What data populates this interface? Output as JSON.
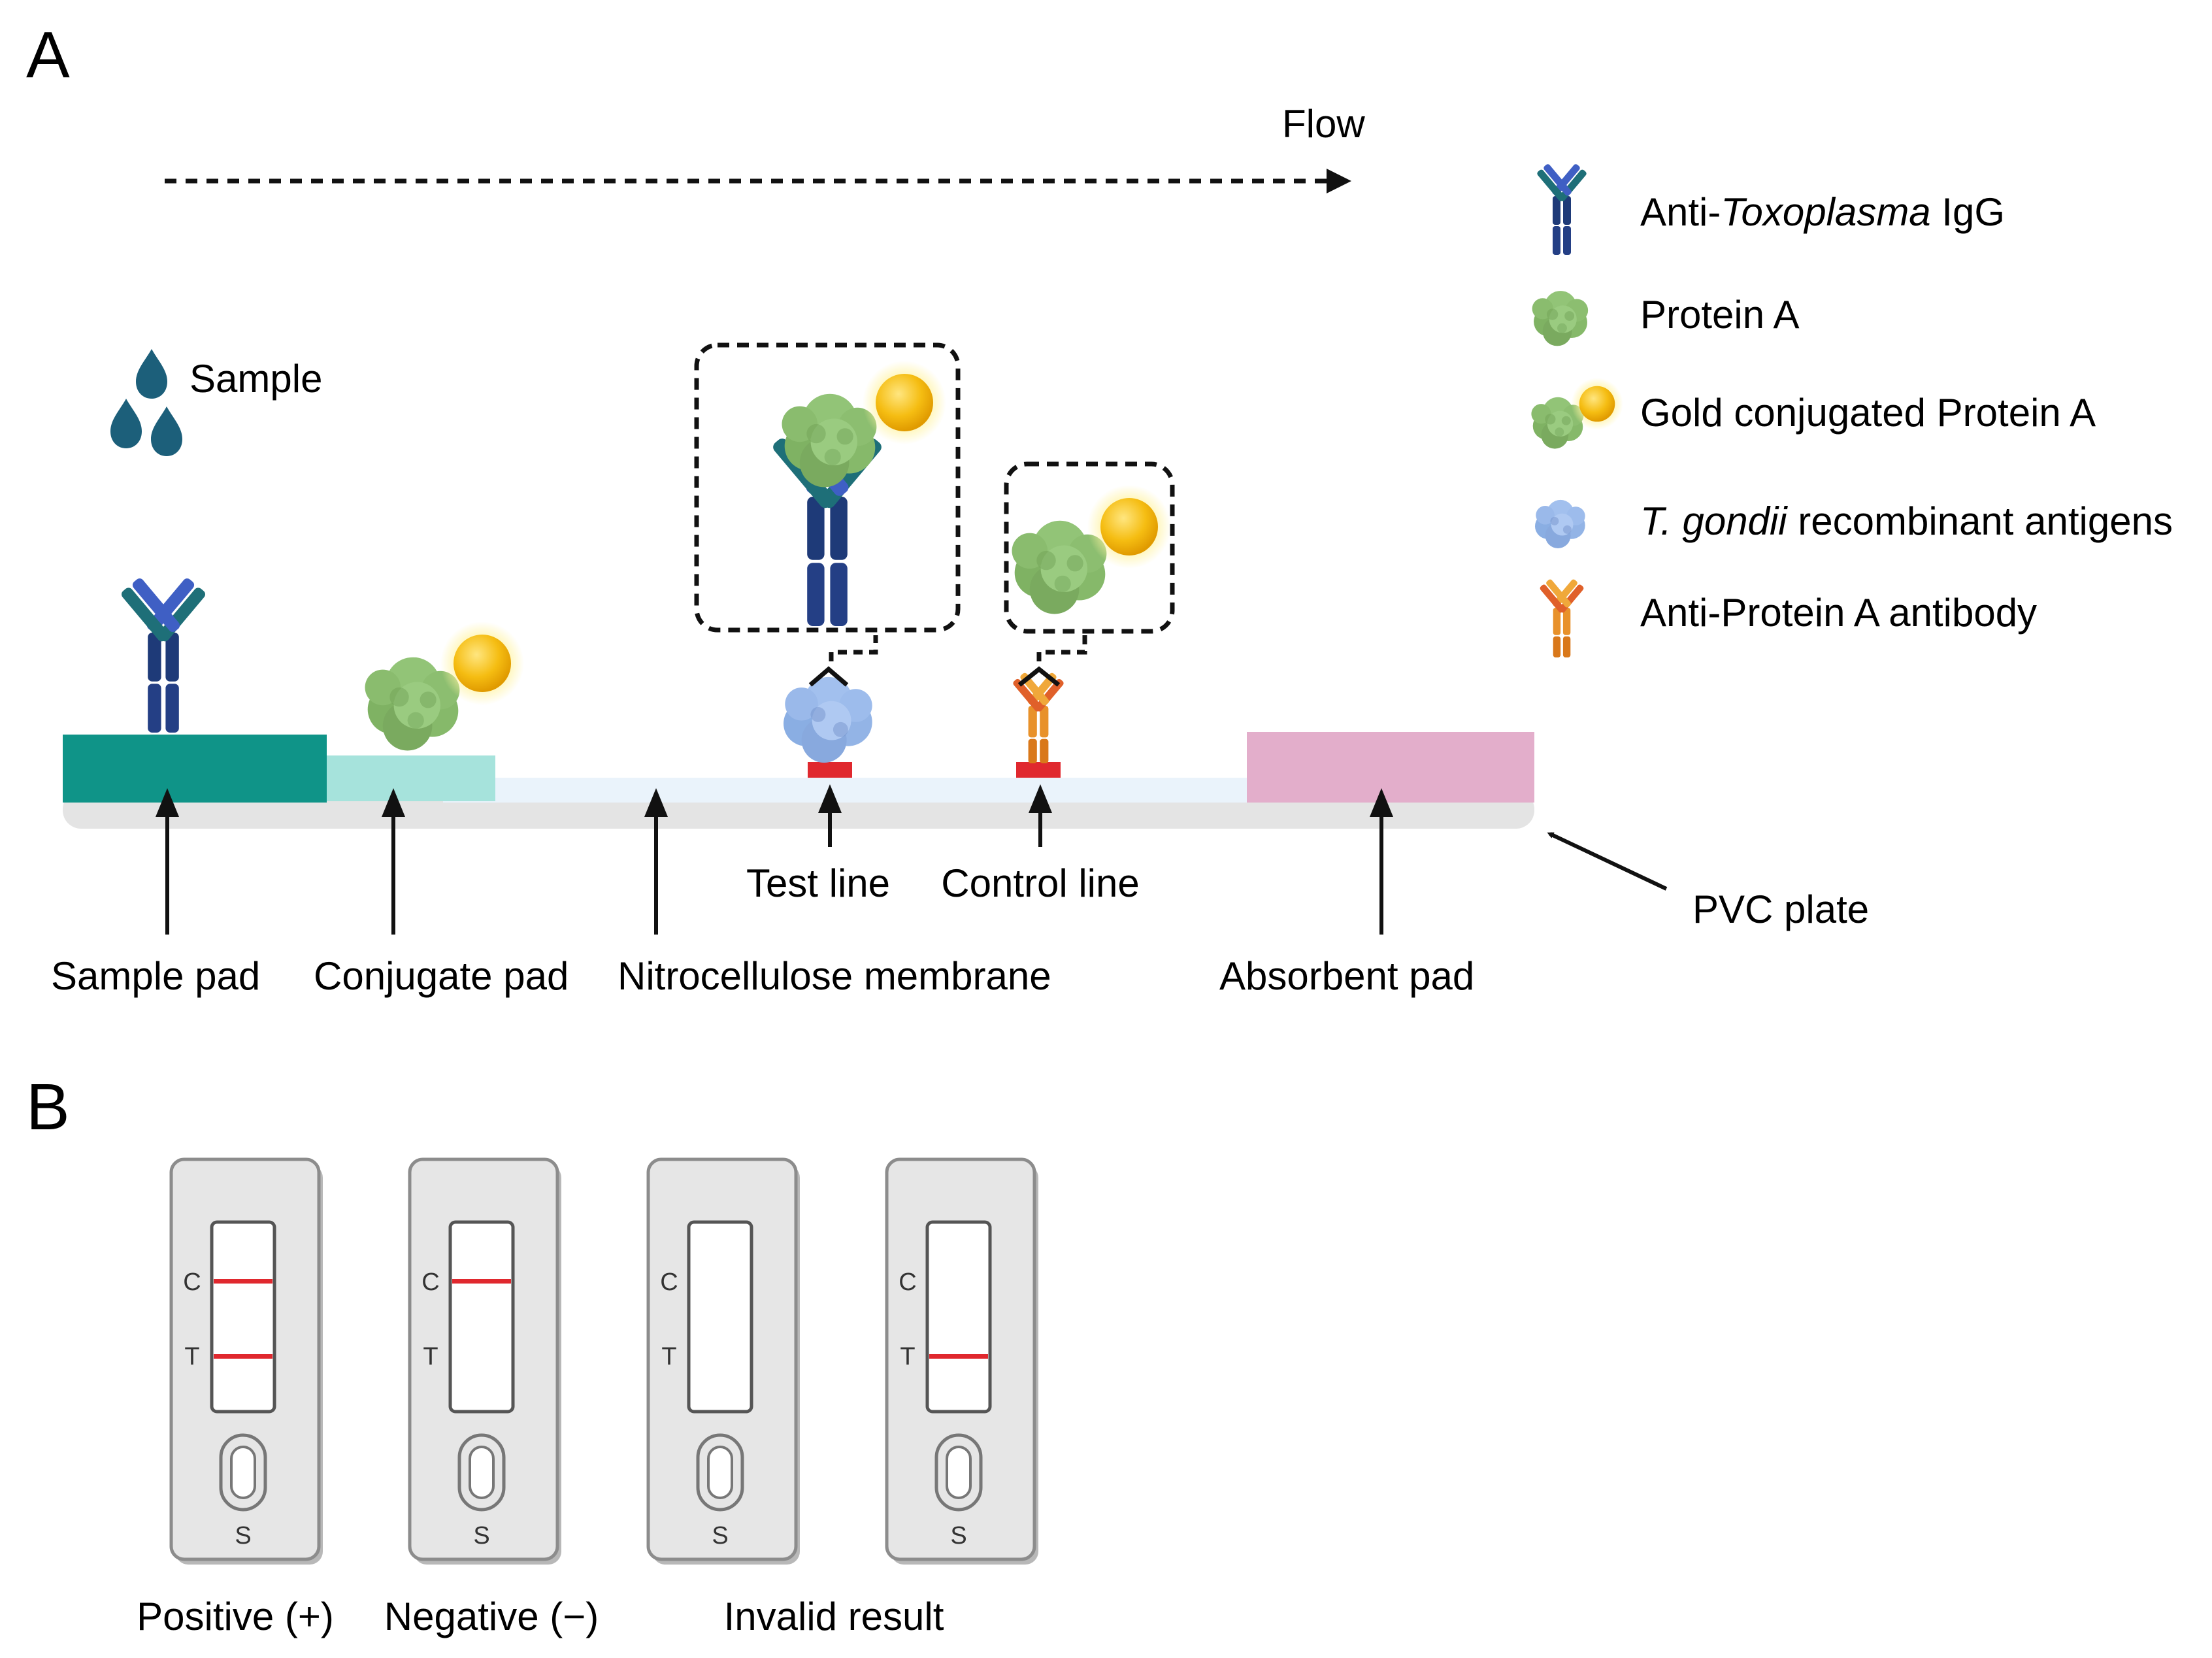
{
  "panel_a": {
    "letter": "A",
    "flow_label": "Flow",
    "sample_label": "Sample",
    "legend": [
      {
        "pre": "Anti-",
        "italic": "Toxoplasma",
        "post": " IgG",
        "icon": "igg-antibody-icon"
      },
      {
        "pre": "Protein A",
        "italic": "",
        "post": "",
        "icon": "protein-a-icon"
      },
      {
        "pre": "Gold conjugated Protein A",
        "italic": "",
        "post": "",
        "icon": "gold-protein-a-icon"
      },
      {
        "pre": "",
        "italic": "T. gondii",
        "post": " recombinant antigens",
        "icon": "antigen-icon"
      },
      {
        "pre": "Anti-Protein A antibody",
        "italic": "",
        "post": "",
        "icon": "anti-protein-a-antibody-icon"
      }
    ],
    "strip_labels": {
      "sample_pad": "Sample pad",
      "conjugate_pad": "Conjugate pad",
      "membrane": "Nitrocellulose membrane",
      "absorbent_pad": "Absorbent pad",
      "test_line": "Test line",
      "control_line": "Control line",
      "pvc_plate": "PVC plate"
    },
    "colors": {
      "sample_pad": "#0f9488",
      "conjugate_pad": "#a6e3dc",
      "membrane": "#eaf3fb",
      "absorbent_pad": "#e3aecb",
      "pvc": "#e4e4e4",
      "line_red": "#e0282e",
      "igg_blue": "#1e3a78",
      "protein_green": "#86b96a",
      "gold": "#f5bd12",
      "antigen_blue": "#93b4e6",
      "anti_protein_a_orange": "#e8912a"
    }
  },
  "panel_b": {
    "letter": "B",
    "control_mark": "C",
    "test_mark": "T",
    "sample_mark": "S",
    "cassettes": [
      {
        "control_line": true,
        "test_line": true
      },
      {
        "control_line": true,
        "test_line": false
      },
      {
        "control_line": false,
        "test_line": false
      },
      {
        "control_line": false,
        "test_line": true
      }
    ],
    "result_labels": {
      "positive": "Positive (+)",
      "negative": "Negative (−)",
      "invalid": "Invalid result"
    }
  }
}
